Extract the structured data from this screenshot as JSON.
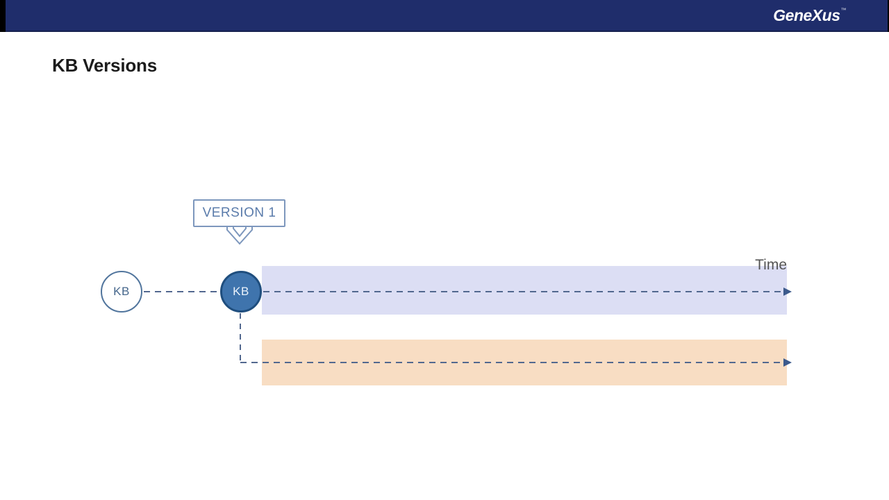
{
  "header": {
    "logo": "GeneXus",
    "trademark": "™"
  },
  "slide": {
    "title": "KB Versions"
  },
  "diagram": {
    "callout": {
      "label": "VERSION 1"
    },
    "nodes": [
      {
        "id": "kb-initial",
        "label": "KB",
        "style": "outline"
      },
      {
        "id": "kb-version1",
        "label": "KB",
        "style": "filled"
      }
    ],
    "timeline_label": "Time",
    "bands": [
      {
        "name": "version-1-timeline",
        "color": "#dcdef4"
      },
      {
        "name": "version-2-timeline",
        "color": "#f8ddc3"
      }
    ]
  },
  "theme": {
    "edge_black": "#000000",
    "header_bg": "#1f2d6b",
    "title_color": "#1c1c1c",
    "callout_border": "#7d97bd",
    "callout_text": "#5b7cab",
    "node_outline_border": "#51759d",
    "node_outline_text": "#46678c",
    "node_filled_bg": "#3f74ad",
    "node_filled_border": "#1f4e7e",
    "node_filled_text": "#eaf2fb",
    "dash_color": "#52688f",
    "arrow_color": "#3c5a8c",
    "time_label_color": "#545454",
    "band1_color": "#dcdef4",
    "band2_color": "#f8ddc3"
  }
}
